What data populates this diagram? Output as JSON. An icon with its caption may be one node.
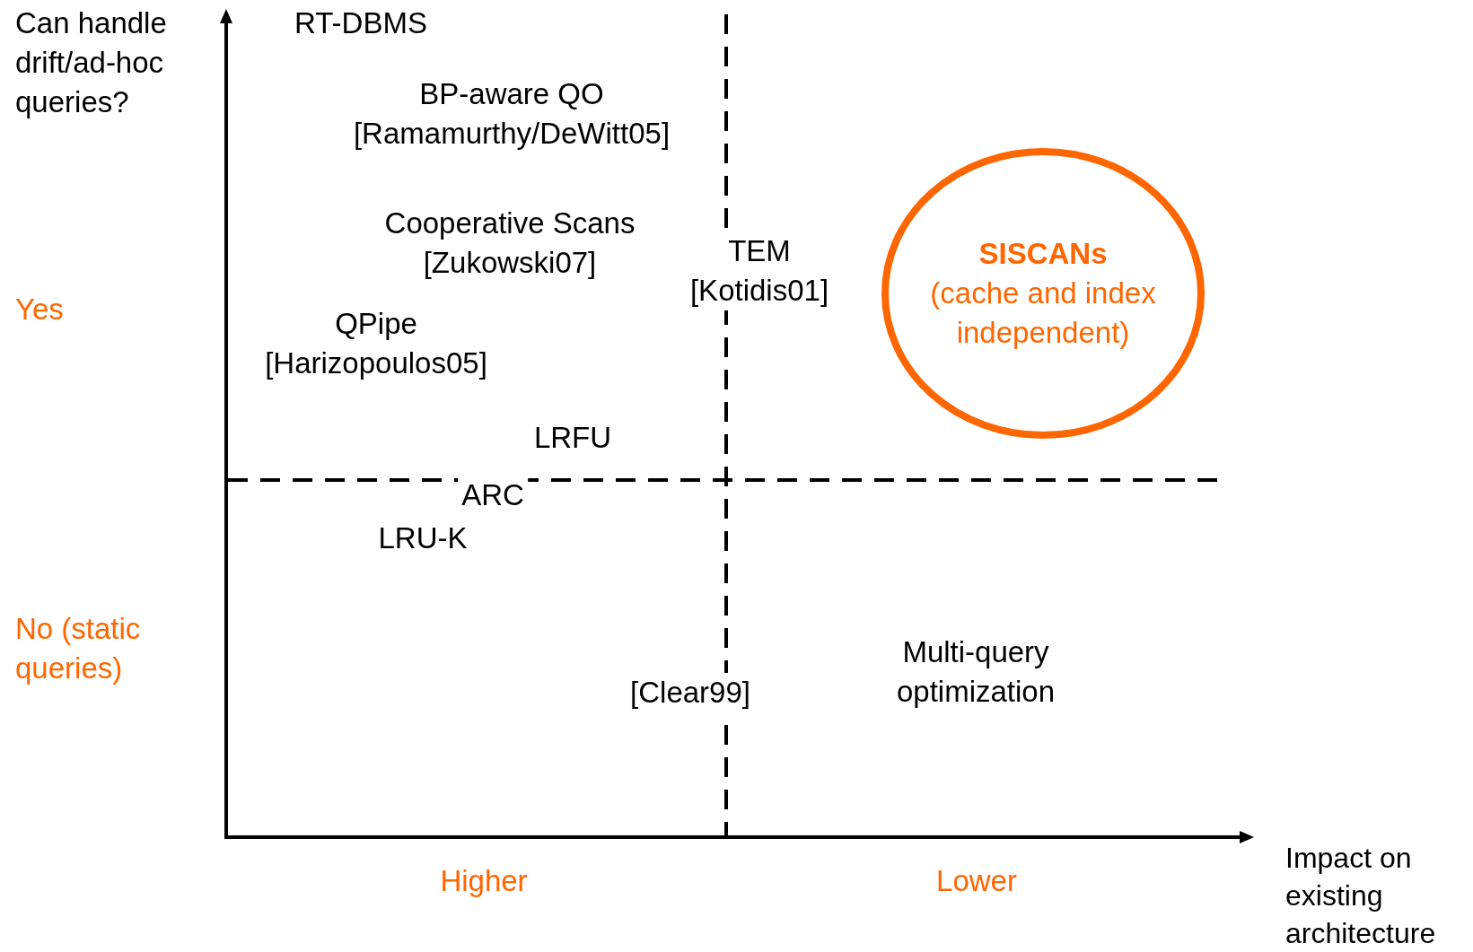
{
  "diagram": {
    "nodes": [
      {
        "text": [
          "SISCANs",
          "(cache and index independent)"
        ]
      }
    ],
    "labels": [
      "Can handle drift/ad-hoc queries?",
      "RT-DBMS",
      "BP-aware QO [Ramamurthy/DeWitt05]",
      "Cooperative Scans [Zukowski07]",
      "TEM [Kotidis01]",
      "Yes",
      "QPipe [Harizopoulos05]",
      "LRFU",
      "ARC",
      "LRU-K",
      "No (static queries)",
      "[Clear99]",
      "Multi-query optimization",
      "Higher",
      "Lower",
      "Impact on existing architecture"
    ]
  }
}
